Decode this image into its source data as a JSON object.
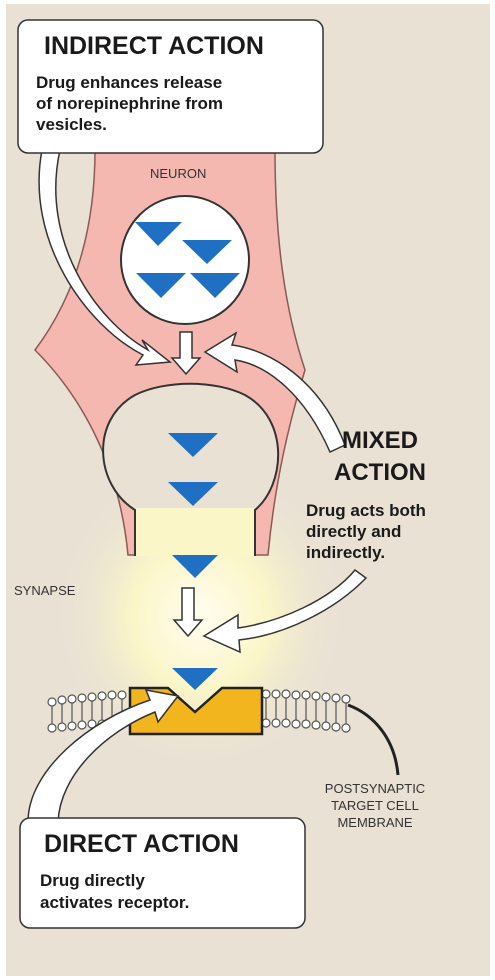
{
  "labels": {
    "neuron": "NEURON",
    "synapse": "SYNAPSE",
    "postsynaptic_line1": "POSTSYNAPTIC",
    "postsynaptic_line2": "TARGET CELL",
    "postsynaptic_line3": "MEMBRANE"
  },
  "indirect": {
    "title": "INDIRECT ACTION",
    "line1": "Drug enhances release",
    "line2": "of norepinephrine from",
    "line3": "vesicles."
  },
  "mixed": {
    "title_line1": "MIXED",
    "title_line2": "ACTION",
    "line1": "Drug acts both",
    "line2": "directly and",
    "line3": "indirectly."
  },
  "direct": {
    "title": "DIRECT ACTION",
    "line1": "Drug directly",
    "line2": "activates receptor."
  },
  "colors": {
    "background": "#e9e1d4",
    "neuron": "#f4b8b0",
    "neurotransmitter": "#1f6fc2",
    "receptor": "#f2b51e",
    "glow": "#fbf6c8"
  }
}
